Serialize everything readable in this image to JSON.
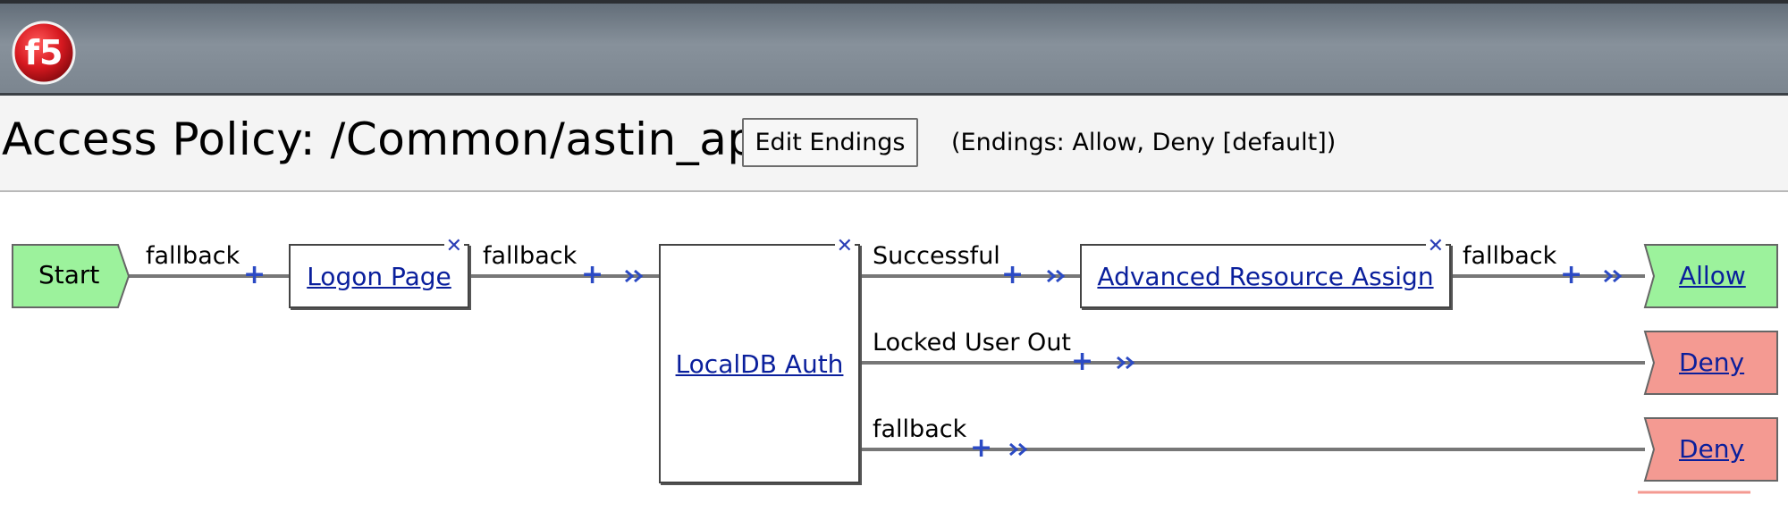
{
  "header": {
    "logo_text": "f5"
  },
  "title_bar": {
    "title": "Access Policy: /Common/astin_ap",
    "edit_endings_label": "Edit Endings",
    "endings_info": "(Endings: Allow, Deny [default])"
  },
  "flow": {
    "start_label": "Start",
    "nodes": {
      "logon_page": "Logon Page",
      "localdb_auth": "LocalDB Auth",
      "advanced_resource_assign": "Advanced Resource Assign"
    },
    "branches": {
      "start_fallback": "fallback",
      "logon_fallback": "fallback",
      "successful": "Successful",
      "locked_user_out": "Locked User Out",
      "auth_fallback": "fallback",
      "resource_fallback": "fallback"
    },
    "endings": {
      "allow": "Allow",
      "deny_locked": "Deny",
      "deny_fallback": "Deny"
    },
    "colors": {
      "start": "#9cf29c",
      "allow": "#9cf29c",
      "deny": "#f49a92",
      "link": "#0a1f9c",
      "plus": "#2b4ac4"
    }
  }
}
